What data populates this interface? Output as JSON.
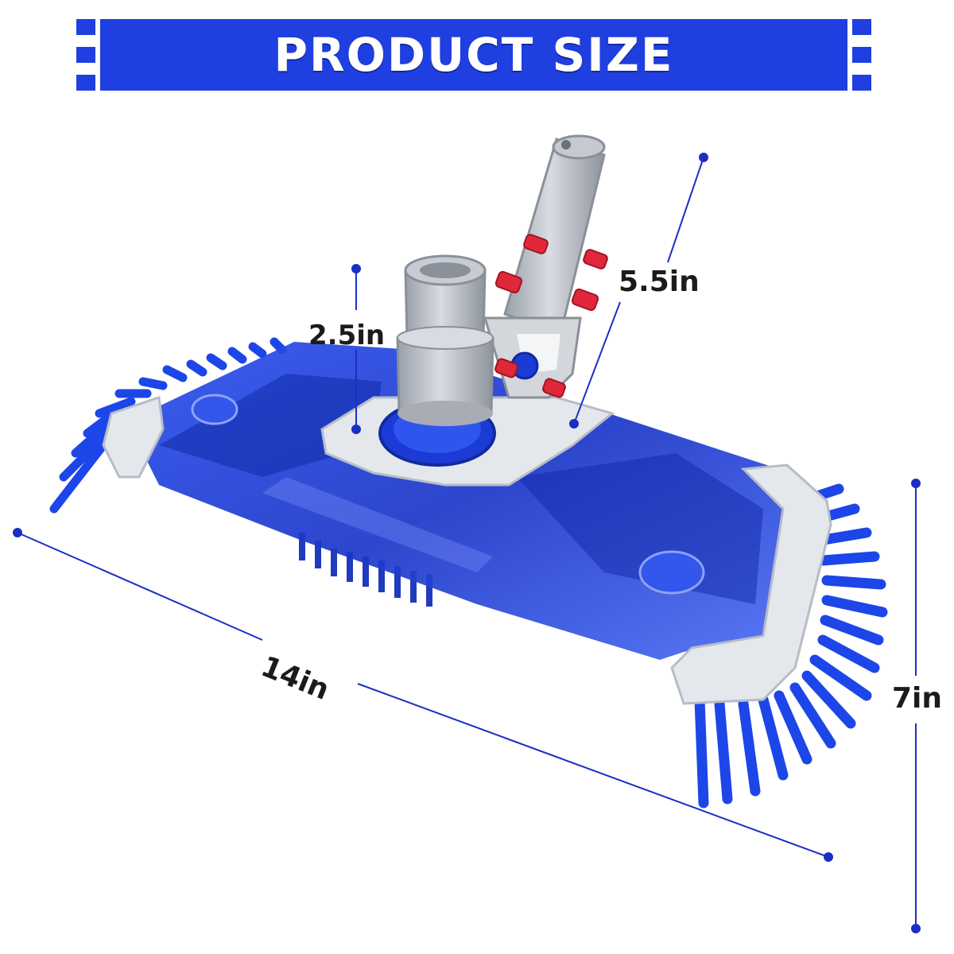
{
  "banner": {
    "title": "PRODUCT SIZE"
  },
  "dimensions": {
    "height_small": "2.5in",
    "handle_length": "5.5in",
    "length": "14in",
    "width": "7in"
  },
  "colors": {
    "banner_blue": "#1f3fe0",
    "body_blue": "#1c3bd6",
    "bristle_blue": "#1d46e8",
    "handle_grey": "#c9ccd2",
    "frame_white": "#e4e7ec",
    "pin_red": "#e0283a",
    "dimension_line": "#1a2fc4"
  }
}
